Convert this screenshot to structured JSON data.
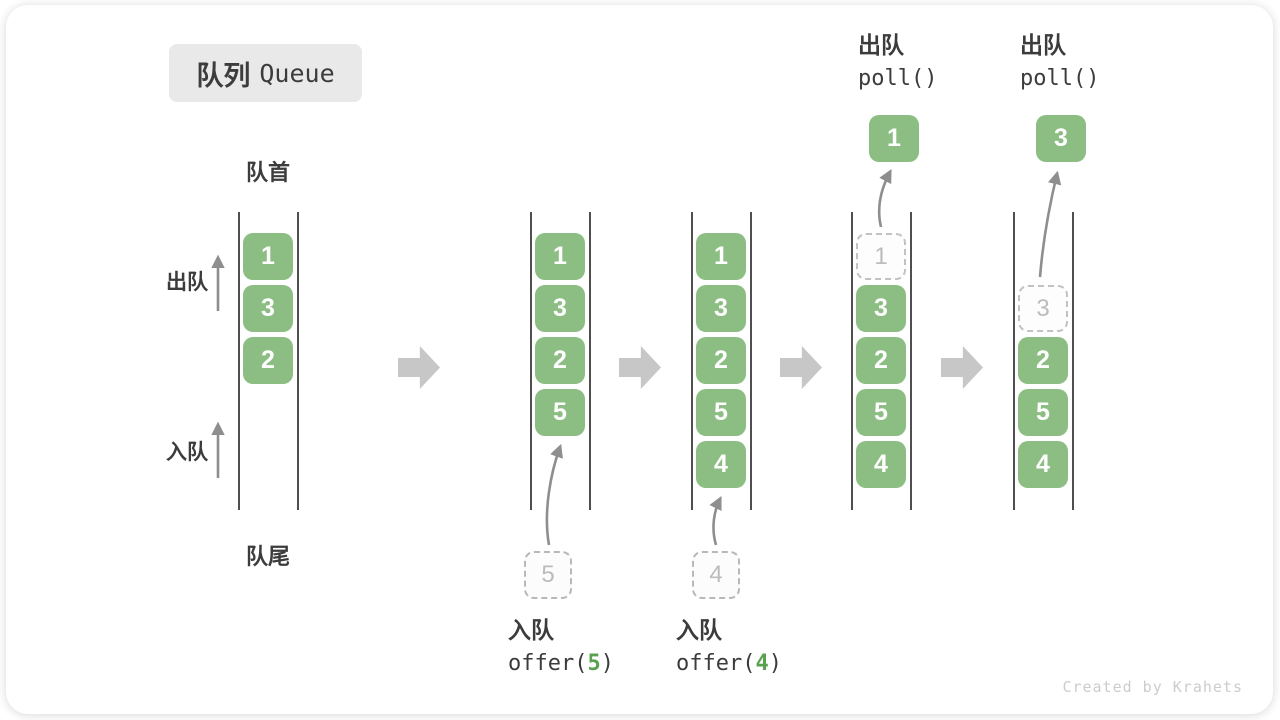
{
  "title": {
    "zh": "队列",
    "en": "Queue"
  },
  "labels": {
    "front": "队首",
    "rear": "队尾",
    "dequeue": "出队",
    "enqueue": "入队"
  },
  "watermark": "Created by Krahets",
  "colors": {
    "box_green": "#8cbe83",
    "code_green": "#5aa150",
    "text_dark": "#3c3c3c",
    "rail": "#4f4f4f",
    "block_arrow": "#c7c7c7",
    "thin_arrow": "#8e8e8e",
    "ghost_border": "#c2c2c2",
    "ghost_text": "#bcbcbc",
    "pending_border": "#b8b8b8",
    "title_bg": "#e9e9e9",
    "watermark": "#cccccc"
  },
  "states": [
    {
      "slots": [
        {
          "value": "1"
        },
        {
          "value": "3"
        },
        {
          "value": "2"
        }
      ]
    },
    {
      "slots": [
        {
          "value": "1"
        },
        {
          "value": "3"
        },
        {
          "value": "2"
        },
        {
          "value": "5"
        }
      ],
      "pending": {
        "value": "5"
      },
      "op": {
        "action": "入队",
        "code_before": "offer(",
        "code_arg": "5",
        "code_after": ")"
      }
    },
    {
      "slots": [
        {
          "value": "1"
        },
        {
          "value": "3"
        },
        {
          "value": "2"
        },
        {
          "value": "5"
        },
        {
          "value": "4"
        }
      ],
      "pending": {
        "value": "4"
      },
      "op": {
        "action": "入队",
        "code_before": "offer(",
        "code_arg": "4",
        "code_after": ")"
      }
    },
    {
      "slots": [
        {
          "value": "1"
        },
        {
          "value": "3"
        },
        {
          "value": "2"
        },
        {
          "value": "5"
        },
        {
          "value": "4"
        }
      ],
      "popped": {
        "value": "1"
      },
      "op": {
        "action": "出队",
        "code": "poll()"
      }
    },
    {
      "slots": [
        {
          "value": "3"
        },
        {
          "value": "2"
        },
        {
          "value": "5"
        },
        {
          "value": "4"
        }
      ],
      "popped": {
        "value": "3"
      },
      "op": {
        "action": "出队",
        "code": "poll()"
      }
    }
  ]
}
